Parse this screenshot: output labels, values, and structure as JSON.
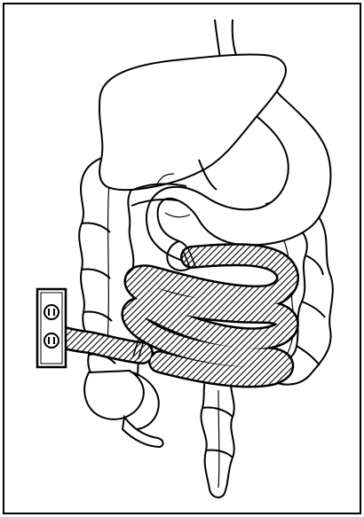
{
  "figure": {
    "subject": "",
    "border_color": "#000000",
    "line_color": "#000000",
    "background": "#ffffff"
  },
  "parts": {
    "esophagus": "esophagus",
    "liver": "liver",
    "stomach": "stomach",
    "colon": "colon",
    "small_bowel": "small-intestine-hatched",
    "appendix": "appendix",
    "rectum": "rectum",
    "outlet": "electrical-outlet"
  }
}
